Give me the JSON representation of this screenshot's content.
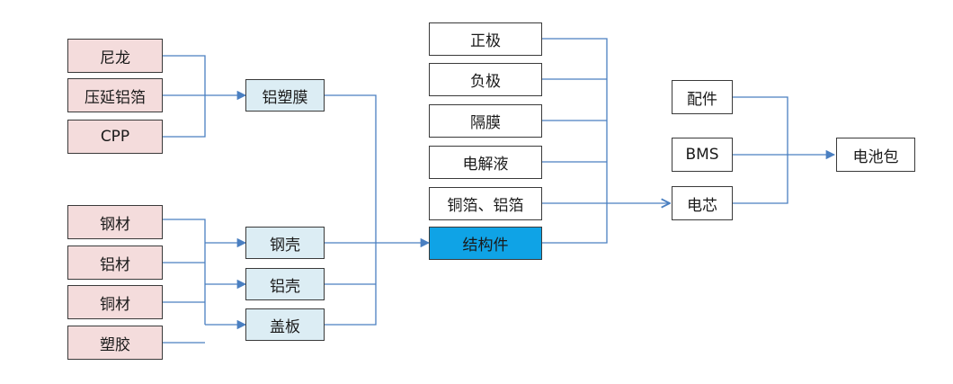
{
  "raw_materials": {
    "nylon": "尼龙",
    "rolled_aluminum_foil": "压延铝箔",
    "cpp": "CPP",
    "steel": "钢材",
    "aluminum": "铝材",
    "copper": "铜材",
    "plastic": "塑胶"
  },
  "intermediate": {
    "aluminum_plastic_film": "铝塑膜",
    "steel_shell": "钢壳",
    "aluminum_shell": "铝壳",
    "cover_plate": "盖板"
  },
  "cell_components": {
    "cathode": "正极",
    "anode": "负极",
    "separator": "隔膜",
    "electrolyte": "电解液",
    "copper_aluminum_foil": "铜箔、铝箔",
    "structural_parts": "结构件"
  },
  "pack_components": {
    "accessories": "配件",
    "bms": "BMS",
    "cell": "电芯"
  },
  "final_product": "电池包",
  "colors": {
    "raw_fill": "#f4dcdc",
    "intermediate_fill": "#dcedf4",
    "highlight_fill": "#0fa3e6",
    "connector": "#4a7fc1",
    "border": "#3a3a3a"
  }
}
